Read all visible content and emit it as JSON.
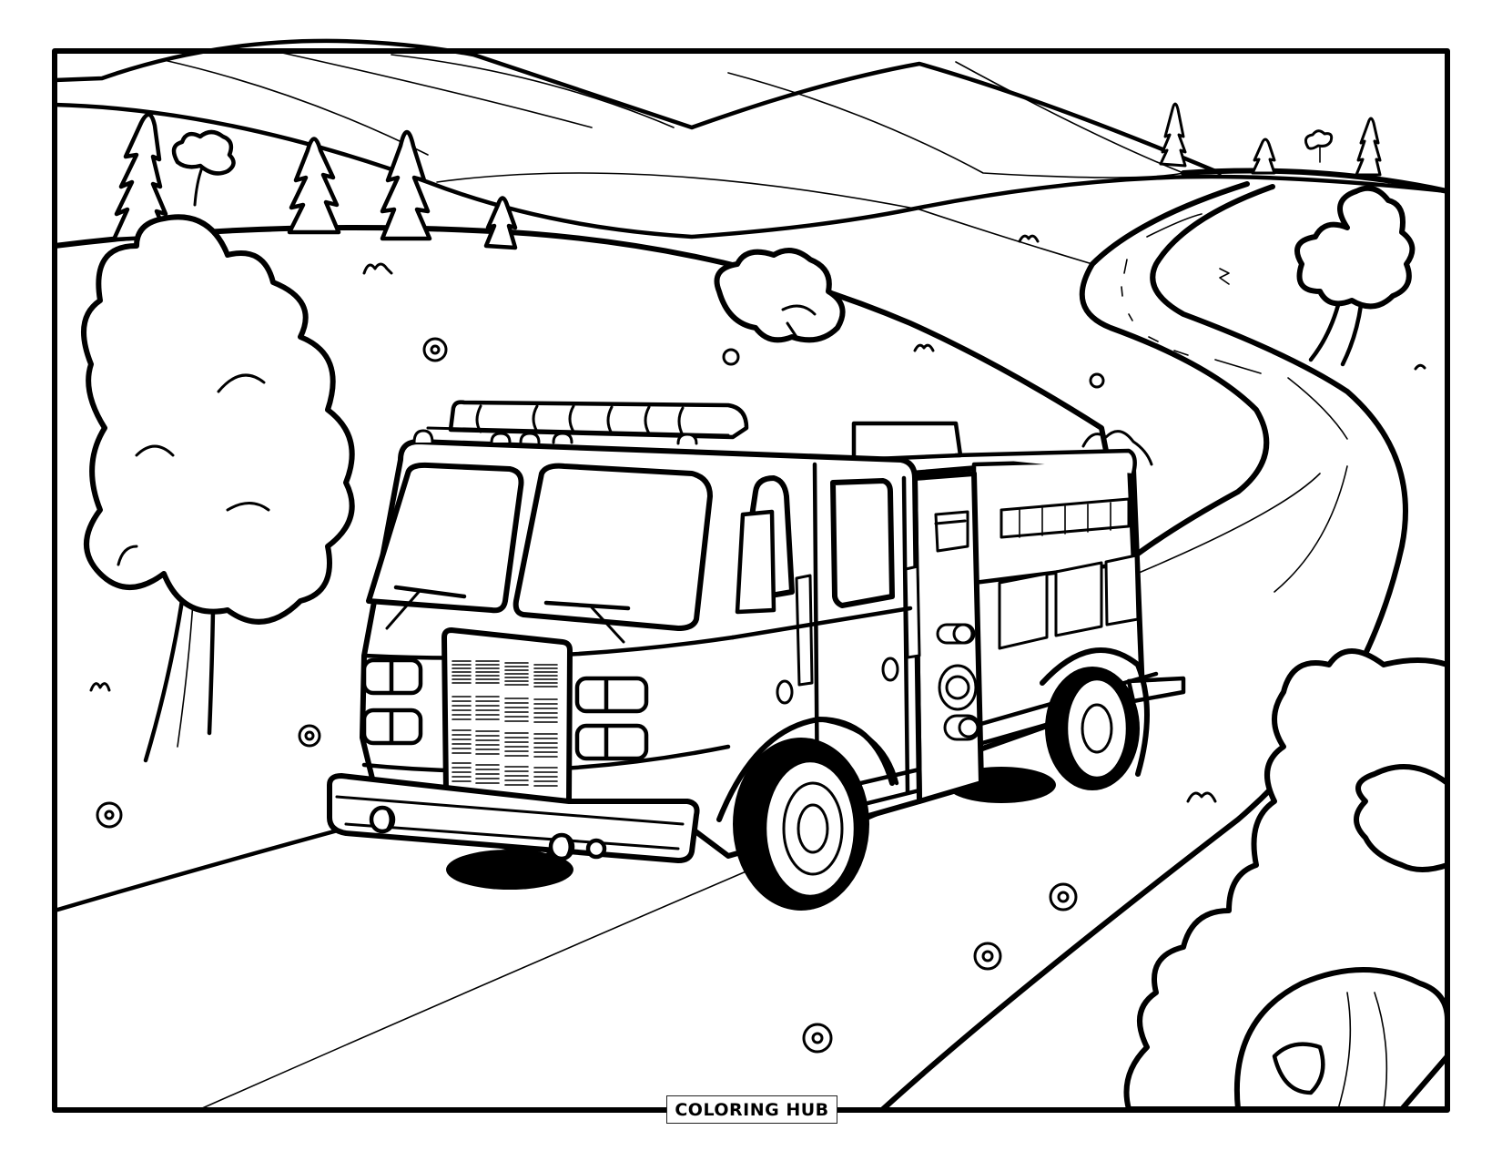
{
  "page": {
    "type": "coloring-page",
    "subject": "fire truck on a winding country road",
    "colors": {
      "line": "#000000",
      "background": "#ffffff"
    }
  },
  "brand": {
    "label": "COLORING HUB"
  },
  "scene": {
    "elements": [
      "rolling-hills",
      "pine-trees",
      "round-trees",
      "bushes",
      "winding-road",
      "flowers",
      "grass-tufts",
      "fire-truck"
    ]
  }
}
